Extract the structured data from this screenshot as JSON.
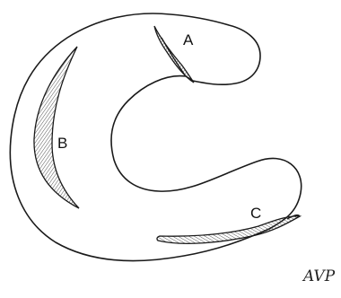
{
  "labels": {
    "a": "A",
    "b": "B",
    "c": "C"
  },
  "signature": "AVP",
  "colors": {
    "line": "#1a1a1a",
    "background": "#ffffff"
  }
}
